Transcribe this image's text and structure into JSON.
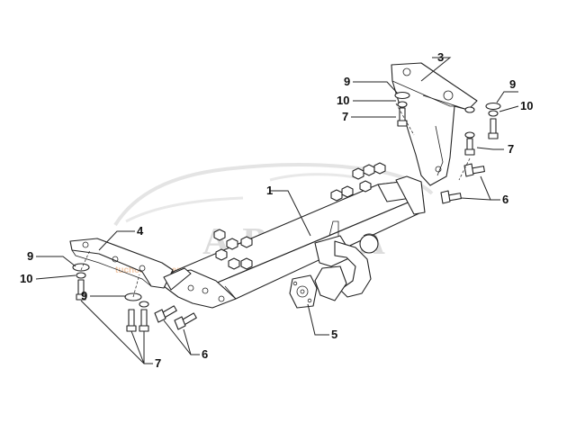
{
  "watermark": {
    "brand": "АВАКА",
    "sub": "tuchomobil-center"
  },
  "callouts": {
    "main_beam": "1",
    "bracket_right": "3",
    "bracket_left": "4",
    "ball_socket": "5",
    "bolts_6_right": "6",
    "bolts_6_left": "6",
    "bolts_7_right_top": "7",
    "bolts_7_right_side": "7",
    "bolts_7_left": "7",
    "washer_9_right_a": "9",
    "washer_9_right_b": "9",
    "washer_9_left_a": "9",
    "washer_9_left_b": "9",
    "nut_10_right_a": "10",
    "nut_10_right_b": "10",
    "nut_10_left": "10"
  }
}
